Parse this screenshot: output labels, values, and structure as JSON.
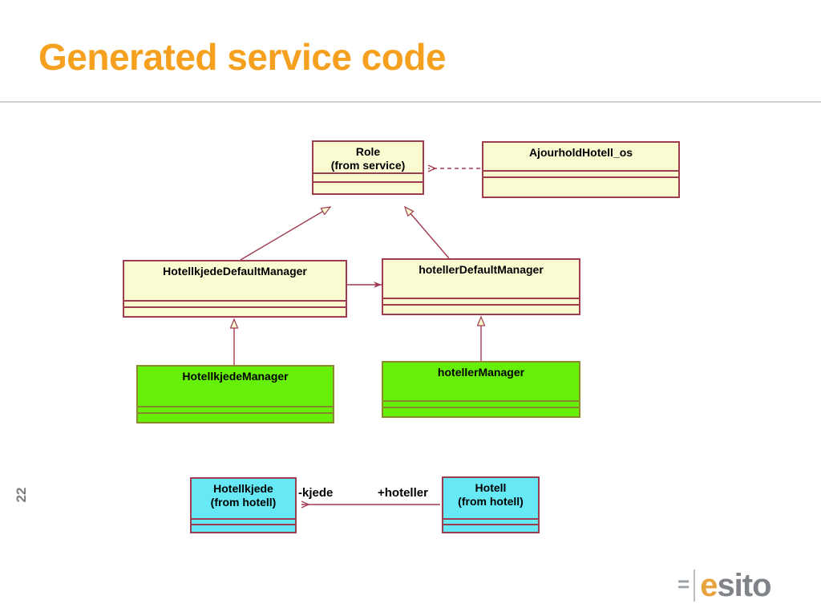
{
  "slide": {
    "title": "Generated service code",
    "page_number": "22",
    "title_color": "#f5a01e",
    "rule_color": "#cfcfcf"
  },
  "logo": {
    "mark": "=",
    "name_first": "e",
    "name_rest": "sito",
    "accent_color": "#e8a33d",
    "text_color": "#808387"
  },
  "diagram": {
    "type": "uml-class-diagram",
    "colors": {
      "service_fill": "#fbfbd2",
      "service_border": "#a03c50",
      "manager_fill": "#66ef07",
      "manager_border": "#8a8a2c",
      "domain_fill": "#66e9f5",
      "domain_border": "#a03c50",
      "edge": "#a03c50"
    },
    "classes": [
      {
        "id": "role",
        "name": "Role",
        "package": "(from service)",
        "style": "service"
      },
      {
        "id": "ajourhold",
        "name": "AjourholdHotell_os",
        "package": "",
        "style": "service"
      },
      {
        "id": "hotellkjedeDefaultManager",
        "name": "HotellkjedeDefaultManager",
        "package": "",
        "style": "service"
      },
      {
        "id": "hotellerDefaultManager",
        "name": "hotellerDefaultManager",
        "package": "",
        "style": "service"
      },
      {
        "id": "hotellkjedeManager",
        "name": "HotellkjedeManager",
        "package": "",
        "style": "manager"
      },
      {
        "id": "hotellerManager",
        "name": "hotellerManager",
        "package": "",
        "style": "manager"
      },
      {
        "id": "hotellkjede",
        "name": "Hotellkjede",
        "package": "(from hotell)",
        "style": "domain"
      },
      {
        "id": "hotell",
        "name": "Hotell",
        "package": "(from hotell)",
        "style": "domain"
      }
    ],
    "relations": [
      {
        "from": "ajourhold",
        "to": "role",
        "kind": "dependency",
        "label": ""
      },
      {
        "from": "hotellkjedeDefaultManager",
        "to": "role",
        "kind": "generalization",
        "label": ""
      },
      {
        "from": "hotellerDefaultManager",
        "to": "role",
        "kind": "generalization",
        "label": ""
      },
      {
        "from": "hotellkjedeDefaultManager",
        "to": "hotellerDefaultManager",
        "kind": "association",
        "label": ""
      },
      {
        "from": "hotellkjedeManager",
        "to": "hotellkjedeDefaultManager",
        "kind": "generalization",
        "label": ""
      },
      {
        "from": "hotellerManager",
        "to": "hotellerDefaultManager",
        "kind": "generalization",
        "label": ""
      },
      {
        "from": "hotell",
        "to": "hotellkjede",
        "kind": "association",
        "label_source": "+hoteller",
        "label_target": "-kjede"
      }
    ],
    "edge_labels": {
      "kjede": "-kjede",
      "hoteller": "+hoteller"
    }
  }
}
